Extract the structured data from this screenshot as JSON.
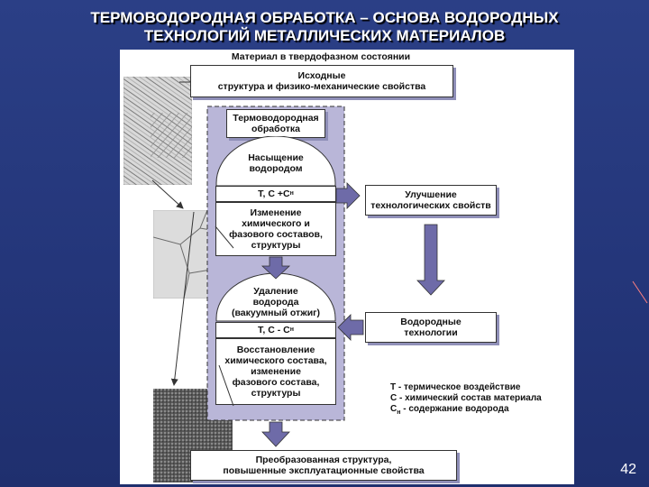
{
  "slide": {
    "title_line1": "ТЕРМОВОДОРОДНАЯ ОБРАБОТКА – ОСНОВА ВОДОРОДНЫХ",
    "title_line2": "ТЕХНОЛОГИЙ МЕТАЛЛИЧЕСКИХ МАТЕРИАЛОВ",
    "page_number": "42"
  },
  "diagram": {
    "header_label": "Материал в твердофазном состоянии",
    "initial_box": {
      "line1": "Исходные",
      "line2": "структура и физико-механические свойства"
    },
    "tvo_label": {
      "line1": "Термоводородная",
      "line2": "обработка"
    },
    "saturation": {
      "line1": "Насыщение",
      "line2": "водородом",
      "formula": "Т, С +С",
      "formula_sub": "н"
    },
    "change": {
      "line1": "Изменение",
      "line2": "химического и",
      "line3": "фазового составов,",
      "line4": "структуры"
    },
    "removal": {
      "line1": "Удаление",
      "line2": "водорода",
      "line3": "(вакуумный отжиг)",
      "formula": "Т, С - С",
      "formula_sub": "н"
    },
    "restore": {
      "line1": "Восстановление",
      "line2": "химического состава,",
      "line3": "изменение",
      "line4": "фазового состава,",
      "line5": "структуры"
    },
    "improvement": {
      "line1": "Улучшение",
      "line2": "технологических свойств"
    },
    "hydrogen_tech": {
      "line1": "Водородные",
      "line2": "технологии"
    },
    "legend": {
      "t": "Т - термическое воздействие",
      "c": "С - химический состав материала",
      "cn": "С",
      "cn_sub": "н",
      "cn_rest": " - содержание водорода"
    },
    "result": {
      "line1": "Преобразованная структура,",
      "line2": "повышенные эксплуатационные свойства"
    }
  },
  "colors": {
    "background": "#24367a",
    "process_fill": "#b9b6d8",
    "arrow_fill": "#6e6ba8"
  }
}
